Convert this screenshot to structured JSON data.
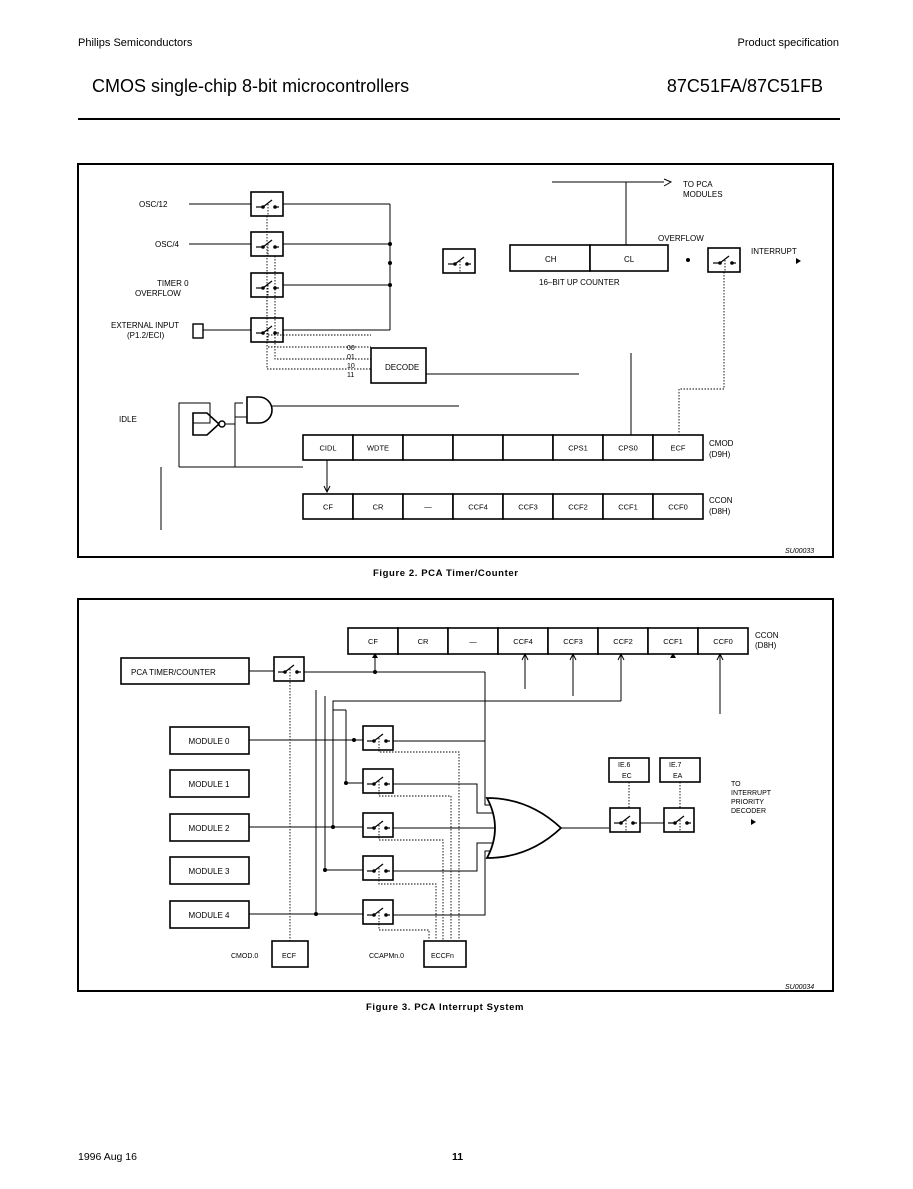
{
  "header": {
    "company": "Philips Semiconductors",
    "doc_type": "Product specification",
    "title": "CMOS single-chip 8-bit microcontrollers",
    "part_number": "87C51FA/87C51FB"
  },
  "figure2": {
    "caption": "Figure 2.  PCA Timer/Counter",
    "code": "SU00033",
    "inputs": {
      "osc12": "OSC/12",
      "osc4": "OSC/4",
      "timer0_line1": "TIMER 0",
      "timer0_line2": "OVERFLOW",
      "ext_line1": "EXTERNAL INPUT",
      "ext_line2": "(P1.2/ECI)"
    },
    "idle": "IDLE",
    "to_pca_line1": "TO PCA",
    "to_pca_line2": "MODULES",
    "overflow": "OVERFLOW",
    "interrupt": "INTERRUPT",
    "ch": "CH",
    "cl": "CL",
    "counter_label": "16–BIT UP COUNTER",
    "decode": "DECODE",
    "mux_codes": [
      "00",
      "01",
      "10",
      "11"
    ],
    "cmod_cells": [
      "CIDL",
      "WDTE",
      "",
      "",
      "",
      "CPS1",
      "CPS0",
      "ECF"
    ],
    "cmod_name": "CMOD",
    "cmod_addr": "(D9H)",
    "ccon_cells": [
      "CF",
      "CR",
      "—",
      "CCF4",
      "CCF3",
      "CCF2",
      "CCF1",
      "CCF0"
    ],
    "ccon_name": "CCON",
    "ccon_addr": "(D8H)"
  },
  "figure3": {
    "caption": "Figure 3.  PCA Interrupt System",
    "code": "SU00034",
    "ccon_cells": [
      "CF",
      "CR",
      "—",
      "CCF4",
      "CCF3",
      "CCF2",
      "CCF1",
      "CCF0"
    ],
    "ccon_name": "CCON",
    "ccon_addr": "(D8H)",
    "pca_tc": "PCA TIMER/COUNTER",
    "modules": [
      "MODULE 0",
      "MODULE 1",
      "MODULE 2",
      "MODULE 3",
      "MODULE 4"
    ],
    "ie6_line1": "IE.6",
    "ie6_line2": "EC",
    "ie7_line1": "IE.7",
    "ie7_line2": "EA",
    "to_int": [
      "TO",
      "INTERRUPT",
      "PRIORITY",
      "DECODER"
    ],
    "cmod_label": "CMOD.0",
    "ecf": "ECF",
    "ccapmn_label": "CCAPMn.0",
    "eccfn": "ECCFn"
  },
  "footer": {
    "date": "1996 Aug 16",
    "page": "11"
  }
}
